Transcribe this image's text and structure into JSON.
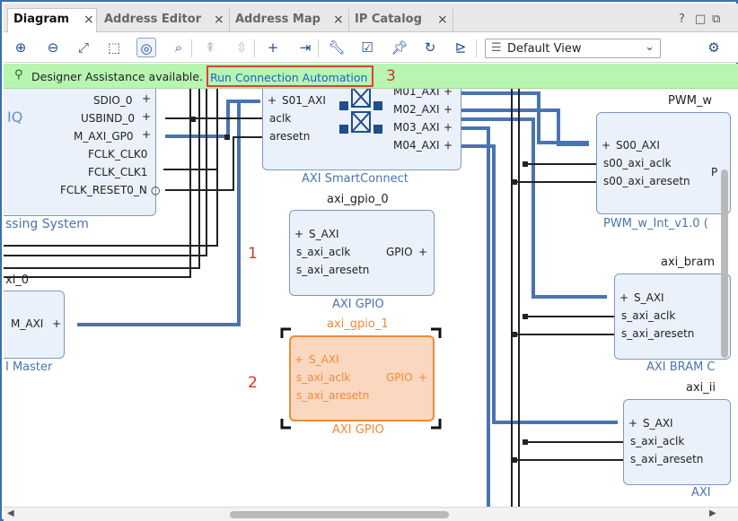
{
  "tabs": [
    {
      "label": "Diagram"
    },
    {
      "label": "Address Editor"
    },
    {
      "label": "Address Map"
    },
    {
      "label": "IP Catalog"
    }
  ],
  "window_buttons": {
    "help": "?",
    "restore": "□",
    "maximize": "⧉"
  },
  "toolbar": {
    "view_select": "Default View",
    "icons": [
      "zoom-in-icon",
      "zoom-out-icon",
      "zoom-fit-icon",
      "zoom-area-icon",
      "select-area-icon",
      "search-icon",
      "collapse-all-icon",
      "expand-all-icon",
      "add-ip-icon",
      "add-port-icon",
      "validate-icon",
      "check-icon",
      "pin-icon",
      "refresh-icon",
      "regenerate-icon",
      "settings-icon"
    ]
  },
  "banner": {
    "message": "Designer Assistance available.",
    "link": "Run Connection Automation",
    "callout": "3"
  },
  "callouts": {
    "one": "1",
    "two": "2",
    "three": "3"
  },
  "ps_block": {
    "partial_logo": "IQ",
    "ports": [
      "SDIO_0",
      "USBIND_0",
      "M_AXI_GP0",
      "FCLK_CLK0",
      "FCLK_CLK1",
      "FCLK_RESET0_N"
    ],
    "title": "ssing System"
  },
  "smartconnect": {
    "in_ports": [
      "S01_AXI",
      "aclk",
      "aresetn"
    ],
    "out_ports": [
      "M01_AXI",
      "M02_AXI",
      "M03_AXI",
      "M04_AXI"
    ],
    "title": "AXI SmartConnect"
  },
  "gpio0": {
    "name": "axi_gpio_0",
    "ports": [
      "S_AXI",
      "s_axi_aclk",
      "s_axi_aresetn"
    ],
    "out_port": "GPIO",
    "title": "AXI GPIO"
  },
  "gpio1": {
    "name": "axi_gpio_1",
    "ports": [
      "S_AXI",
      "s_axi_aclk",
      "s_axi_aresetn"
    ],
    "out_port": "GPIO",
    "title": "AXI GPIO"
  },
  "master": {
    "name": "xi_0",
    "port": "M_AXI",
    "title": "I Master"
  },
  "pwm": {
    "name": "PWM_w",
    "ports": [
      "S00_AXI",
      "s00_axi_aclk",
      "s00_axi_aresetn"
    ],
    "title": "PWM_w_Int_v1.0 (",
    "stub": "P"
  },
  "bram": {
    "name": "axi_bram",
    "ports": [
      "S_AXI",
      "s_axi_aclk",
      "s_axi_aresetn"
    ],
    "title": "AXI BRAM C"
  },
  "iic": {
    "name": "axi_ii",
    "ports": [
      "S_AXI",
      "s_axi_aclk",
      "s_axi_aresetn"
    ],
    "title": "AXI"
  },
  "colors": {
    "accent": "#4a73b3",
    "selected": "#f08a3a",
    "callout": "#d0342c",
    "banner": "#b7f5b1"
  }
}
